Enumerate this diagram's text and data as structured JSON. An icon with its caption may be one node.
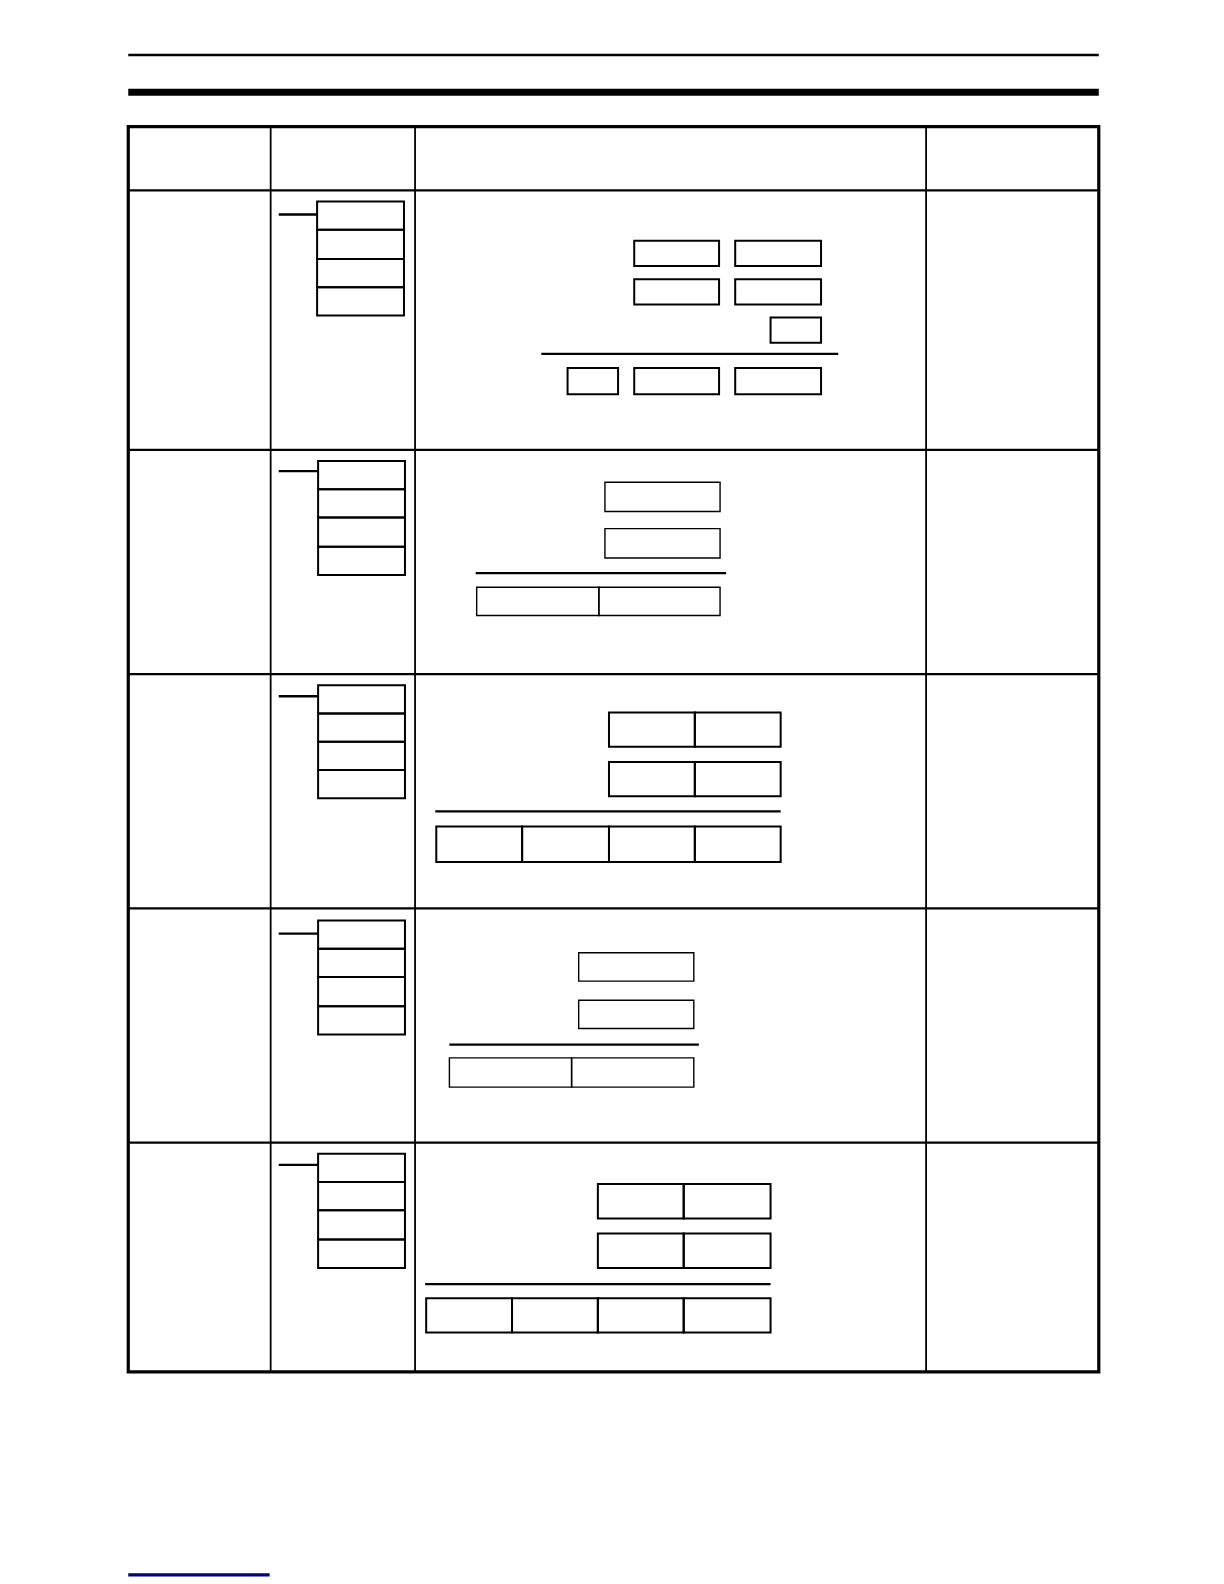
{
  "diagram": {
    "nodes": [
      {
        "text": [],
        "shape": "box"
      },
      {
        "text": [],
        "shape": "box"
      },
      {
        "text": [],
        "shape": "box"
      },
      {
        "text": [],
        "shape": "box"
      },
      {
        "text": [],
        "shape": "box"
      },
      {
        "text": [],
        "shape": "box"
      },
      {
        "text": [],
        "shape": "box"
      },
      {
        "text": [],
        "shape": "box"
      },
      {
        "text": [],
        "shape": "box"
      },
      {
        "text": [],
        "shape": "box"
      },
      {
        "text": [],
        "shape": "box"
      },
      {
        "text": [],
        "shape": "box"
      },
      {
        "text": [],
        "shape": "box"
      },
      {
        "text": [],
        "shape": "box"
      },
      {
        "text": [],
        "shape": "box"
      },
      {
        "text": [],
        "shape": "box"
      },
      {
        "text": [],
        "shape": "box"
      },
      {
        "text": [],
        "shape": "box"
      },
      {
        "text": [],
        "shape": "box"
      },
      {
        "text": [],
        "shape": "box"
      },
      {
        "text": [],
        "shape": "box"
      },
      {
        "text": [],
        "shape": "box"
      },
      {
        "text": [],
        "shape": "box"
      },
      {
        "text": [],
        "shape": "box"
      },
      {
        "text": [],
        "shape": "box"
      },
      {
        "text": [],
        "shape": "box"
      },
      {
        "text": [],
        "shape": "box"
      },
      {
        "text": [],
        "shape": "box"
      },
      {
        "text": [],
        "shape": "box"
      },
      {
        "text": [],
        "shape": "box"
      },
      {
        "text": [],
        "shape": "box"
      },
      {
        "text": [],
        "shape": "box"
      },
      {
        "text": [],
        "shape": "box"
      },
      {
        "text": [],
        "shape": "box"
      },
      {
        "text": [],
        "shape": "box"
      },
      {
        "text": [],
        "shape": "box"
      },
      {
        "text": [],
        "shape": "box"
      },
      {
        "text": [],
        "shape": "box"
      },
      {
        "text": [],
        "shape": "box"
      },
      {
        "text": [],
        "shape": "box"
      },
      {
        "text": [],
        "shape": "box"
      },
      {
        "text": [],
        "shape": "box"
      },
      {
        "text": [],
        "shape": "box"
      },
      {
        "text": [],
        "shape": "box"
      },
      {
        "text": [],
        "shape": "box"
      },
      {
        "text": [],
        "shape": "box"
      },
      {
        "text": [],
        "shape": "box"
      },
      {
        "text": [],
        "shape": "box"
      },
      {
        "text": [],
        "shape": "box"
      },
      {
        "text": [],
        "shape": "box"
      },
      {
        "text": [],
        "shape": "box"
      },
      {
        "text": [],
        "shape": "box"
      }
    ]
  }
}
